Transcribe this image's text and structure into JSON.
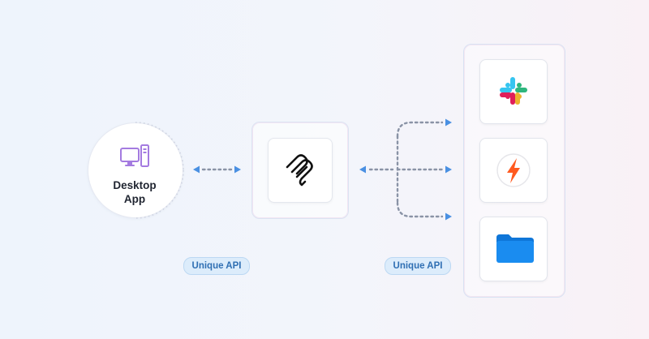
{
  "desktop": {
    "label_line1": "Desktop",
    "label_line2": "App",
    "icon": "desktop-computer-icon"
  },
  "hub": {
    "icon": "unified-api-logo-icon"
  },
  "integrations": [
    {
      "name": "Slack",
      "icon": "slack-icon"
    },
    {
      "name": "Zapier",
      "icon": "lightning-icon"
    },
    {
      "name": "Files",
      "icon": "folder-icon"
    }
  ],
  "badges": [
    "Unique API",
    "Unique API"
  ],
  "colors": {
    "accent_blue": "#4a90e2",
    "dots": "#8a93a6",
    "badge_bg": "#dcecfb",
    "badge_text": "#2f6fb3",
    "desktop_icon": "#a47be0",
    "lightning": "#ff5a1f",
    "folder": "#1a8cf0"
  }
}
